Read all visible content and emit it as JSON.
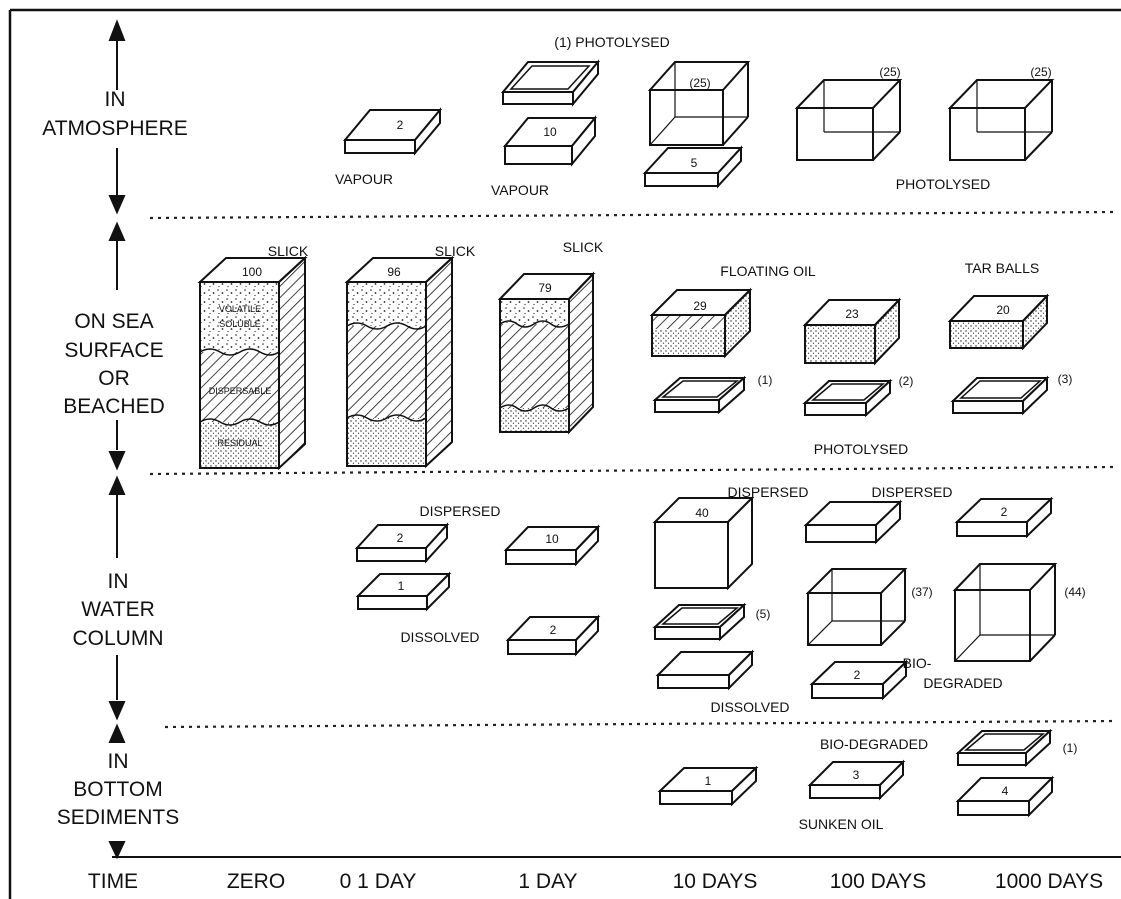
{
  "zones": {
    "atmosphere": [
      "IN",
      "ATMOSPHERE"
    ],
    "surface": [
      "ON SEA",
      "SURFACE",
      "OR",
      "BEACHED"
    ],
    "water": [
      "IN",
      "WATER",
      "COLUMN"
    ],
    "sediments": [
      "IN",
      "BOTTOM",
      "SEDIMENTS"
    ]
  },
  "time_axis": {
    "label": "TIME",
    "ticks": [
      "ZERO",
      "0 1 DAY",
      "1 DAY",
      "10 DAYS",
      "100 DAYS",
      "1000 DAYS"
    ]
  },
  "labels": {
    "photolysed_top": "(1) PHOTOLYSED",
    "vapour": "VAPOUR",
    "photolysed": "PHOTOLYSED",
    "slick": "SLICK",
    "floating_oil": "FLOATING OIL",
    "tar_balls": "TAR BALLS",
    "dispersed": "DISPERSED",
    "dissolved": "DISSOLVED",
    "bio_degraded_a": "BIO-",
    "bio_degraded_b": "DEGRADED",
    "bio_degraded": "BIO-DEGRADED",
    "sunken_oil": "SUNKEN OIL",
    "volatile": "VOLATILE",
    "soluble": "SOLUBLE",
    "dispersable": "DISPERSABLE",
    "residual": "RESIDUAL"
  },
  "values": {
    "atm_vapour_01": "2",
    "atm_photo_1": "",
    "atm_vapour_1": "10",
    "atm_photo_10": "(25)",
    "atm_vapour_10": "5",
    "atm_photo_100": "(25)",
    "atm_photo_1000": "(25)",
    "slick_0": "100",
    "slick_01": "96",
    "slick_1": "79",
    "float_10": "29",
    "float_100": "23",
    "tar_1000": "20",
    "sp_10": "(1)",
    "sp_100": "(2)",
    "sp_1000": "(3)",
    "wd_01": "2",
    "wdis_01": "1",
    "wd_1": "10",
    "wdis_1": "2",
    "wd_10": "40",
    "wbio_10": "(5)",
    "wdis_10": "",
    "wd_100": "",
    "wbio_100": "(37)",
    "wdis_100": "2",
    "wd_1000": "2",
    "wbio_1000": "(44)",
    "sed_10": "1",
    "sed_100": "3",
    "sed_bio_1000": "(1)",
    "sed_1000": "4"
  }
}
